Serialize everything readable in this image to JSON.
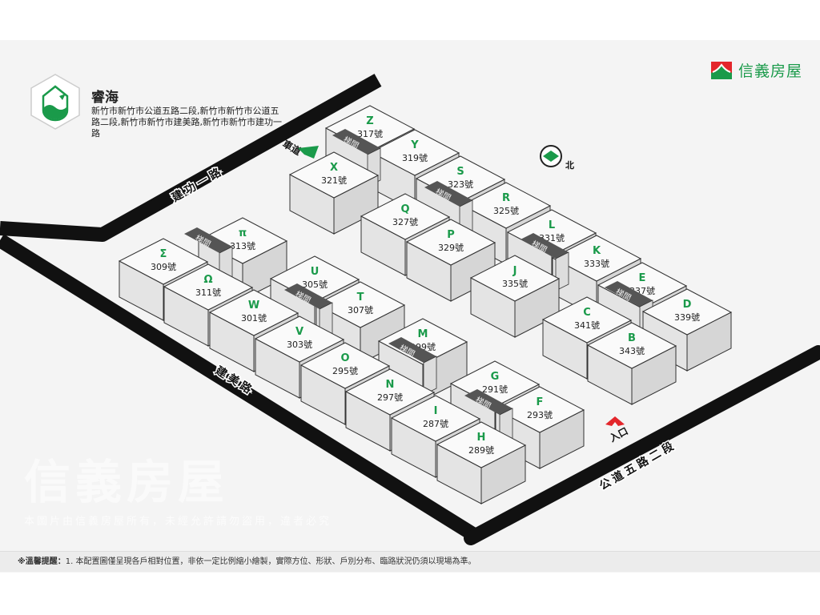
{
  "project": {
    "name": "睿海",
    "address": "新竹市新竹市公道五路二段,新竹市新竹市公道五路二段,新竹市新竹市建美路,新竹市新竹市建功一路"
  },
  "brand": {
    "name": "信義房屋",
    "green": "#1a9a4a",
    "red": "#e3262b"
  },
  "watermark": {
    "text": "信義房屋",
    "sub": "本圖片由信義房屋所有，未經允許請勿盜用，違者必究"
  },
  "roads": {
    "jiangong": "建功一路",
    "jianmei": "建美路",
    "gongdao": "公道五路二段"
  },
  "markers": {
    "driveway": "車道",
    "north": "北",
    "entrance": "入口",
    "stairwell": "梯間"
  },
  "blocks": [
    {
      "letter": "Z",
      "number": "317號"
    },
    {
      "letter": "Y",
      "number": "319號"
    },
    {
      "letter": "X",
      "number": "321號"
    },
    {
      "letter": "S",
      "number": "323號"
    },
    {
      "letter": "R",
      "number": "325號"
    },
    {
      "letter": "Q",
      "number": "327號"
    },
    {
      "letter": "P",
      "number": "329號"
    },
    {
      "letter": "L",
      "number": "331號"
    },
    {
      "letter": "K",
      "number": "333號"
    },
    {
      "letter": "J",
      "number": "335號"
    },
    {
      "letter": "E",
      "number": "337號"
    },
    {
      "letter": "D",
      "number": "339號"
    },
    {
      "letter": "C",
      "number": "341號"
    },
    {
      "letter": "B",
      "number": "343號"
    },
    {
      "letter": "π",
      "number": "313號"
    },
    {
      "letter": "Σ",
      "number": "309號"
    },
    {
      "letter": "Ω",
      "number": "311號"
    },
    {
      "letter": "U",
      "number": "305號"
    },
    {
      "letter": "T",
      "number": "307號"
    },
    {
      "letter": "W",
      "number": "301號"
    },
    {
      "letter": "V",
      "number": "303號"
    },
    {
      "letter": "M",
      "number": "299號"
    },
    {
      "letter": "O",
      "number": "295號"
    },
    {
      "letter": "N",
      "number": "297號"
    },
    {
      "letter": "G",
      "number": "291號"
    },
    {
      "letter": "F",
      "number": "293號"
    },
    {
      "letter": "I",
      "number": "287號"
    },
    {
      "letter": "H",
      "number": "289號"
    }
  ],
  "footer": {
    "label": "※溫馨提醒：",
    "text": "1. 本配置圖僅呈現各戶相對位置，非依一定比例縮小繪製，實際方位、形狀、戶別分布、臨路狀況仍須以現場為準。"
  }
}
